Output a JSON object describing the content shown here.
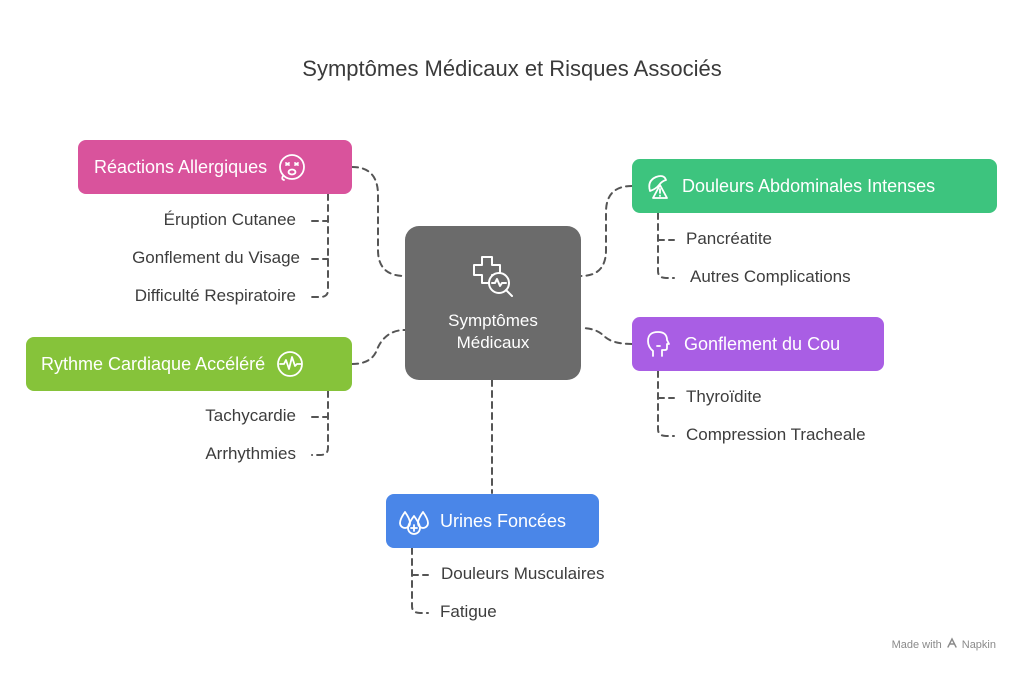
{
  "title": "Symptômes Médicaux et Risques Associés",
  "hub": {
    "label": "Symptômes Médicaux",
    "icon": "medical-search-icon"
  },
  "nodes": [
    {
      "id": "allergies",
      "label": "Réactions Allergiques",
      "color": "#d9539c",
      "icon": "allergy-face-icon",
      "leaves": [
        "Éruption Cutanee",
        "Gonflement du Visage",
        "Difficulté Respiratoire"
      ]
    },
    {
      "id": "abdominal",
      "label": "Douleurs Abdominales Intenses",
      "color": "#3dc47e",
      "icon": "abdominal-warning-icon",
      "leaves": [
        "Pancréatite",
        "Autres Complications"
      ]
    },
    {
      "id": "heart",
      "label": "Rythme Cardiaque Accéléré",
      "color": "#86c33a",
      "icon": "heartbeat-icon",
      "leaves": [
        "Tachycardie",
        "Arrhythmies"
      ]
    },
    {
      "id": "neck",
      "label": "Gonflement du Cou",
      "color": "#a95ee4",
      "icon": "head-profile-icon",
      "leaves": [
        "Thyroïdite",
        "Compression Tracheale"
      ]
    },
    {
      "id": "urine",
      "label": "Urines Foncées",
      "color": "#4a86e8",
      "icon": "drops-icon",
      "leaves": [
        "Douleurs Musculaires",
        "Fatigue"
      ]
    }
  ],
  "watermark": {
    "prefix": "Made with",
    "brand": "Napkin"
  }
}
